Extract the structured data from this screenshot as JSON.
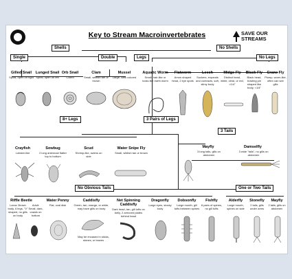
{
  "header": {
    "title": "Key to Stream Macroinvertebrates",
    "brand_line1": "SAVE OUR",
    "brand_line2": "STREAMS"
  },
  "categories": {
    "shells": "Shells",
    "no_shells": "No Shells",
    "single": "Single",
    "double": "Double",
    "legs": "Legs",
    "no_legs": "No Legs",
    "eight_legs": "8+ Legs",
    "three_pairs": "3 Pairs of Legs",
    "three_tails": "3 Tails",
    "no_obvious_tails": "No Obvious Tails",
    "one_or_two_tails": "One or Two Tails"
  },
  "organisms": {
    "gilled_snail": {
      "name": "Gilled Snail",
      "desc": "Spiral, open on right"
    },
    "lunged_snail": {
      "name": "Lunged Snail",
      "desc": "Spiral, open on left"
    },
    "orb_snail": {
      "name": "Orb Snail",
      "desc": "Coiled"
    },
    "clam": {
      "name": "Clam",
      "desc": "Small, whitish tan or brown"
    },
    "mussel": {
      "name": "Mussel",
      "desc": "Large, dark colored"
    },
    "aquatic_worm": {
      "name": "Aquatic Worm",
      "desc": "Small, hair-like or looks like earth worm"
    },
    "flatworm": {
      "name": "Flatworm",
      "desc": "Arrow shaped head, 2 eye spots"
    },
    "leech": {
      "name": "Leech",
      "desc": "Suckers, expands and contracts, soft, slimy body"
    },
    "midge_fly": {
      "name": "Midge Fly",
      "desc": "Distinct head, white, clear, or red, <1/4\""
    },
    "black_fly": {
      "name": "Black Fly",
      "desc": "Black head, bowling pin shaped like body, <1/4\""
    },
    "crane_fly": {
      "name": "Crane Fly",
      "desc": "Plump, worm-like, often can see gills"
    },
    "crayfish": {
      "name": "Crayfish",
      "desc": "Lobster-like"
    },
    "sowbug": {
      "name": "Sowbug",
      "desc": "2 long antennae flatter top to bottom"
    },
    "scud": {
      "name": "Scud",
      "desc": "Shrimp-like, swims on side"
    },
    "water_snipe_fly": {
      "name": "Water Snipe Fly",
      "desc": "Small, whitish tan or brown"
    },
    "mayfly_3": {
      "name": "Mayfly",
      "desc": "3 long tails, gills on abdomen"
    },
    "damselfly": {
      "name": "Damselfly",
      "desc": "3 wide \"tails\", no gills on abdomen"
    },
    "riffle_beetle": {
      "name": "Riffle Beetle",
      "desc": "Larva: Brown body, 6 legs, \"V\" shaped, no gills on body"
    },
    "riffle_beetle_adult": {
      "desc": "Adult: Small, dark, crawls on bottom"
    },
    "water_penny": {
      "name": "Water Penny",
      "desc": "Flat, oval disk"
    },
    "caddisfly": {
      "name": "Caddisfly",
      "desc": "Green, tan, orange, or white, may have gills on body"
    },
    "caddisfly_case": {
      "desc": "May be encased in sticks, stones, or leaves"
    },
    "net_spinning_caddisfly": {
      "name": "Net Spinning Caddisfly",
      "desc": "Dark head, tan, gill tufts on belly, 2 armored plates behind head"
    },
    "dragonfly": {
      "name": "Dragonfly",
      "desc": "Large eyes, stocky body"
    },
    "dobsonfly": {
      "name": "Dobsonfly",
      "desc": "Large mouth, gill tufts between spines"
    },
    "fishfly": {
      "name": "Fishfly",
      "desc": "8 pairs of spines, no gill tufts"
    },
    "alderfly": {
      "name": "Alderfly",
      "desc": "Large mouth, spines on side"
    },
    "stonefly": {
      "name": "Stonefly",
      "desc": "2 tails, gills under arms"
    },
    "mayfly_2": {
      "name": "Mayfly",
      "desc": "2 tails, gills on abdomen"
    }
  }
}
